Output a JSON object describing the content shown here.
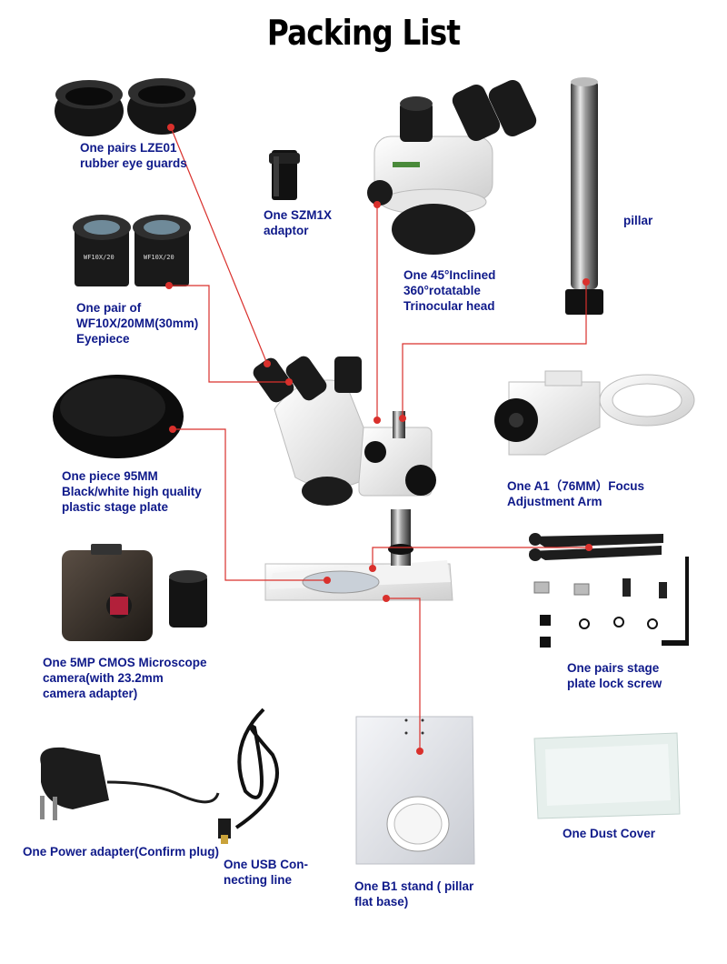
{
  "title": "Packing List",
  "colors": {
    "label": "#0f1a8a",
    "leader_line": "#d9302c",
    "title": "#000000"
  },
  "items": {
    "eye_guards": "One pairs LZE01\nrubber eye guards",
    "adaptor": "One SZM1X\nadaptor",
    "eyepiece": "One pair of\nWF10X/20MM(30mm)\nEyepiece",
    "head": "One 45°Inclined\n360°rotatable\nTrinocular head",
    "pillar": "pillar",
    "stage_plate": "One piece 95MM\nBlack/white high quality\nplastic stage plate",
    "focus_arm": "One A1（76MM）Focus\nAdjustment Arm",
    "camera": "One 5MP CMOS Microscope\ncamera(with 23.2mm\ncamera adapter)",
    "lock_screw": "One pairs stage\nplate lock screw",
    "power_adapter": "One Power adapter(Confirm plug)",
    "usb_line": "One USB Con-\nnecting line",
    "stand": "One B1 stand ( pillar\nflat base)",
    "dust_cover": "One Dust Cover"
  },
  "eyepiece_marking": "WF10X/20"
}
